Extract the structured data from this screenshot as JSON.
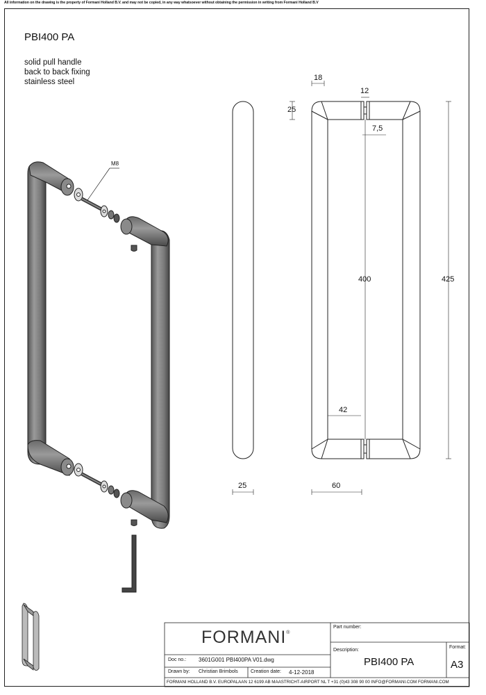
{
  "disclaimer": "All information on the drawing is the property of Formani Holland B.V. and may not be copied, in any way whatsoever without obtaining the permission in writing from Formani Holland B.V",
  "product": {
    "code": "PBI400 PA",
    "description_lines": [
      "solid pull handle",
      "back to back fixing",
      "stainless steel"
    ]
  },
  "dimensions": {
    "top_width": "18",
    "bar_gap": "12",
    "top_depth": "25",
    "fixing_offset": "7,5",
    "center_distance": "400",
    "overall_length": "425",
    "bar_offset": "42",
    "diameter": "25",
    "projection": "60",
    "thread": "M8"
  },
  "title_block": {
    "brand": "FORMANI",
    "registered_mark": "®",
    "part_number_label": "Part number:",
    "description_label": "Description:",
    "description_value": "PBI400 PA",
    "format_label": "Format:",
    "format_value": "A3",
    "doc_no_label": "Doc no.:",
    "doc_no_value": "3601G001 PBI400PA V01.dwg",
    "drawn_by_label": "Drawn by:",
    "drawn_by_value": "Christian Brimbols",
    "creation_date_label": "Creation date:",
    "creation_date_value": "4-12-2018",
    "footer": "FORMANI HOLLAND B.V.  EUROPALAAN 12  6199 AB MAASTRICHT-AIRPORT NL  T +31 (0)43 308 90 00 INFO@FORMANI.COM FORMANI.COM"
  }
}
